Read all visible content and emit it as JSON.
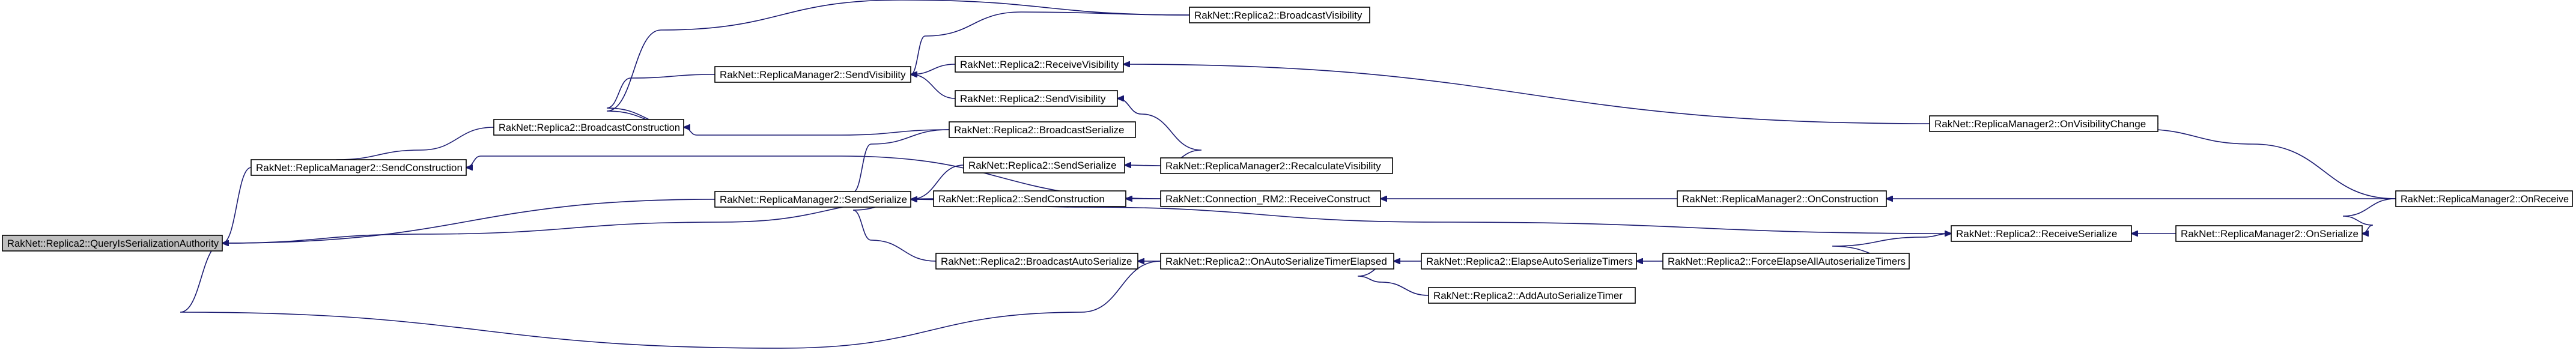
{
  "graph": {
    "root": "n0",
    "colors": {
      "edge": "#191970",
      "node_border": "#000000",
      "root_fill": "#bfbfbf",
      "node_fill": "#ffffff"
    },
    "nodes": [
      {
        "id": "n0",
        "label": "RakNet::Replica2::QueryIsSerializationAuthority"
      },
      {
        "id": "n1",
        "label": "RakNet::ReplicaManager2::SendConstruction"
      },
      {
        "id": "n2",
        "label": "RakNet::Replica2::BroadcastConstruction"
      },
      {
        "id": "n3",
        "label": "RakNet::ReplicaManager2::SendVisibility"
      },
      {
        "id": "n4",
        "label": "RakNet::Replica2::BroadcastVisibility"
      },
      {
        "id": "n5",
        "label": "RakNet::Replica2::ReceiveVisibility"
      },
      {
        "id": "n6",
        "label": "RakNet::Replica2::SendVisibility"
      },
      {
        "id": "n7",
        "label": "RakNet::Replica2::BroadcastSerialize"
      },
      {
        "id": "n8",
        "label": "RakNet::ReplicaManager2::OnVisibilityChange"
      },
      {
        "id": "n9",
        "label": "RakNet::ReplicaManager2::SendSerialize"
      },
      {
        "id": "n10",
        "label": "RakNet::Replica2::SendSerialize"
      },
      {
        "id": "n11",
        "label": "RakNet::ReplicaManager2::RecalculateVisibility"
      },
      {
        "id": "n12",
        "label": "RakNet::Replica2::SendConstruction"
      },
      {
        "id": "n13",
        "label": "RakNet::Connection_RM2::ReceiveConstruct"
      },
      {
        "id": "n14",
        "label": "RakNet::ReplicaManager2::OnConstruction"
      },
      {
        "id": "n15",
        "label": "RakNet::ReplicaManager2::OnReceive"
      },
      {
        "id": "n16",
        "label": "RakNet::Replica2::ReceiveSerialize"
      },
      {
        "id": "n17",
        "label": "RakNet::ReplicaManager2::OnSerialize"
      },
      {
        "id": "n18",
        "label": "RakNet::Replica2::BroadcastAutoSerialize"
      },
      {
        "id": "n19",
        "label": "RakNet::Replica2::OnAutoSerializeTimerElapsed"
      },
      {
        "id": "n20",
        "label": "RakNet::Replica2::ElapseAutoSerializeTimers"
      },
      {
        "id": "n21",
        "label": "RakNet::Replica2::ForceElapseAllAutoserializeTimers"
      },
      {
        "id": "n22",
        "label": "RakNet::Replica2::AddAutoSerializeTimer"
      }
    ],
    "edges": [
      {
        "from": "n1",
        "to": "n0"
      },
      {
        "from": "n9",
        "to": "n0"
      },
      {
        "from": "n12",
        "to": "n0"
      },
      {
        "from": "n19",
        "to": "n0"
      },
      {
        "from": "n2",
        "to": "n1"
      },
      {
        "from": "n13",
        "to": "n1"
      },
      {
        "from": "n3",
        "to": "n2"
      },
      {
        "from": "n4",
        "to": "n2"
      },
      {
        "from": "n7",
        "to": "n2"
      },
      {
        "from": "n5",
        "to": "n3"
      },
      {
        "from": "n6",
        "to": "n3"
      },
      {
        "from": "n4",
        "to": "n3"
      },
      {
        "from": "n8",
        "to": "n5"
      },
      {
        "from": "n11",
        "to": "n6"
      },
      {
        "from": "n7",
        "to": "n9"
      },
      {
        "from": "n10",
        "to": "n9"
      },
      {
        "from": "n18",
        "to": "n9"
      },
      {
        "from": "n16",
        "to": "n9"
      },
      {
        "from": "n11",
        "to": "n10"
      },
      {
        "from": "n13",
        "to": "n12"
      },
      {
        "from": "n14",
        "to": "n13"
      },
      {
        "from": "n15",
        "to": "n14"
      },
      {
        "from": "n15",
        "to": "n8"
      },
      {
        "from": "n17",
        "to": "n16"
      },
      {
        "from": "n21",
        "to": "n16"
      },
      {
        "from": "n15",
        "to": "n17"
      },
      {
        "from": "n19",
        "to": "n18"
      },
      {
        "from": "n20",
        "to": "n19"
      },
      {
        "from": "n22",
        "to": "n19"
      },
      {
        "from": "n21",
        "to": "n20"
      }
    ]
  }
}
